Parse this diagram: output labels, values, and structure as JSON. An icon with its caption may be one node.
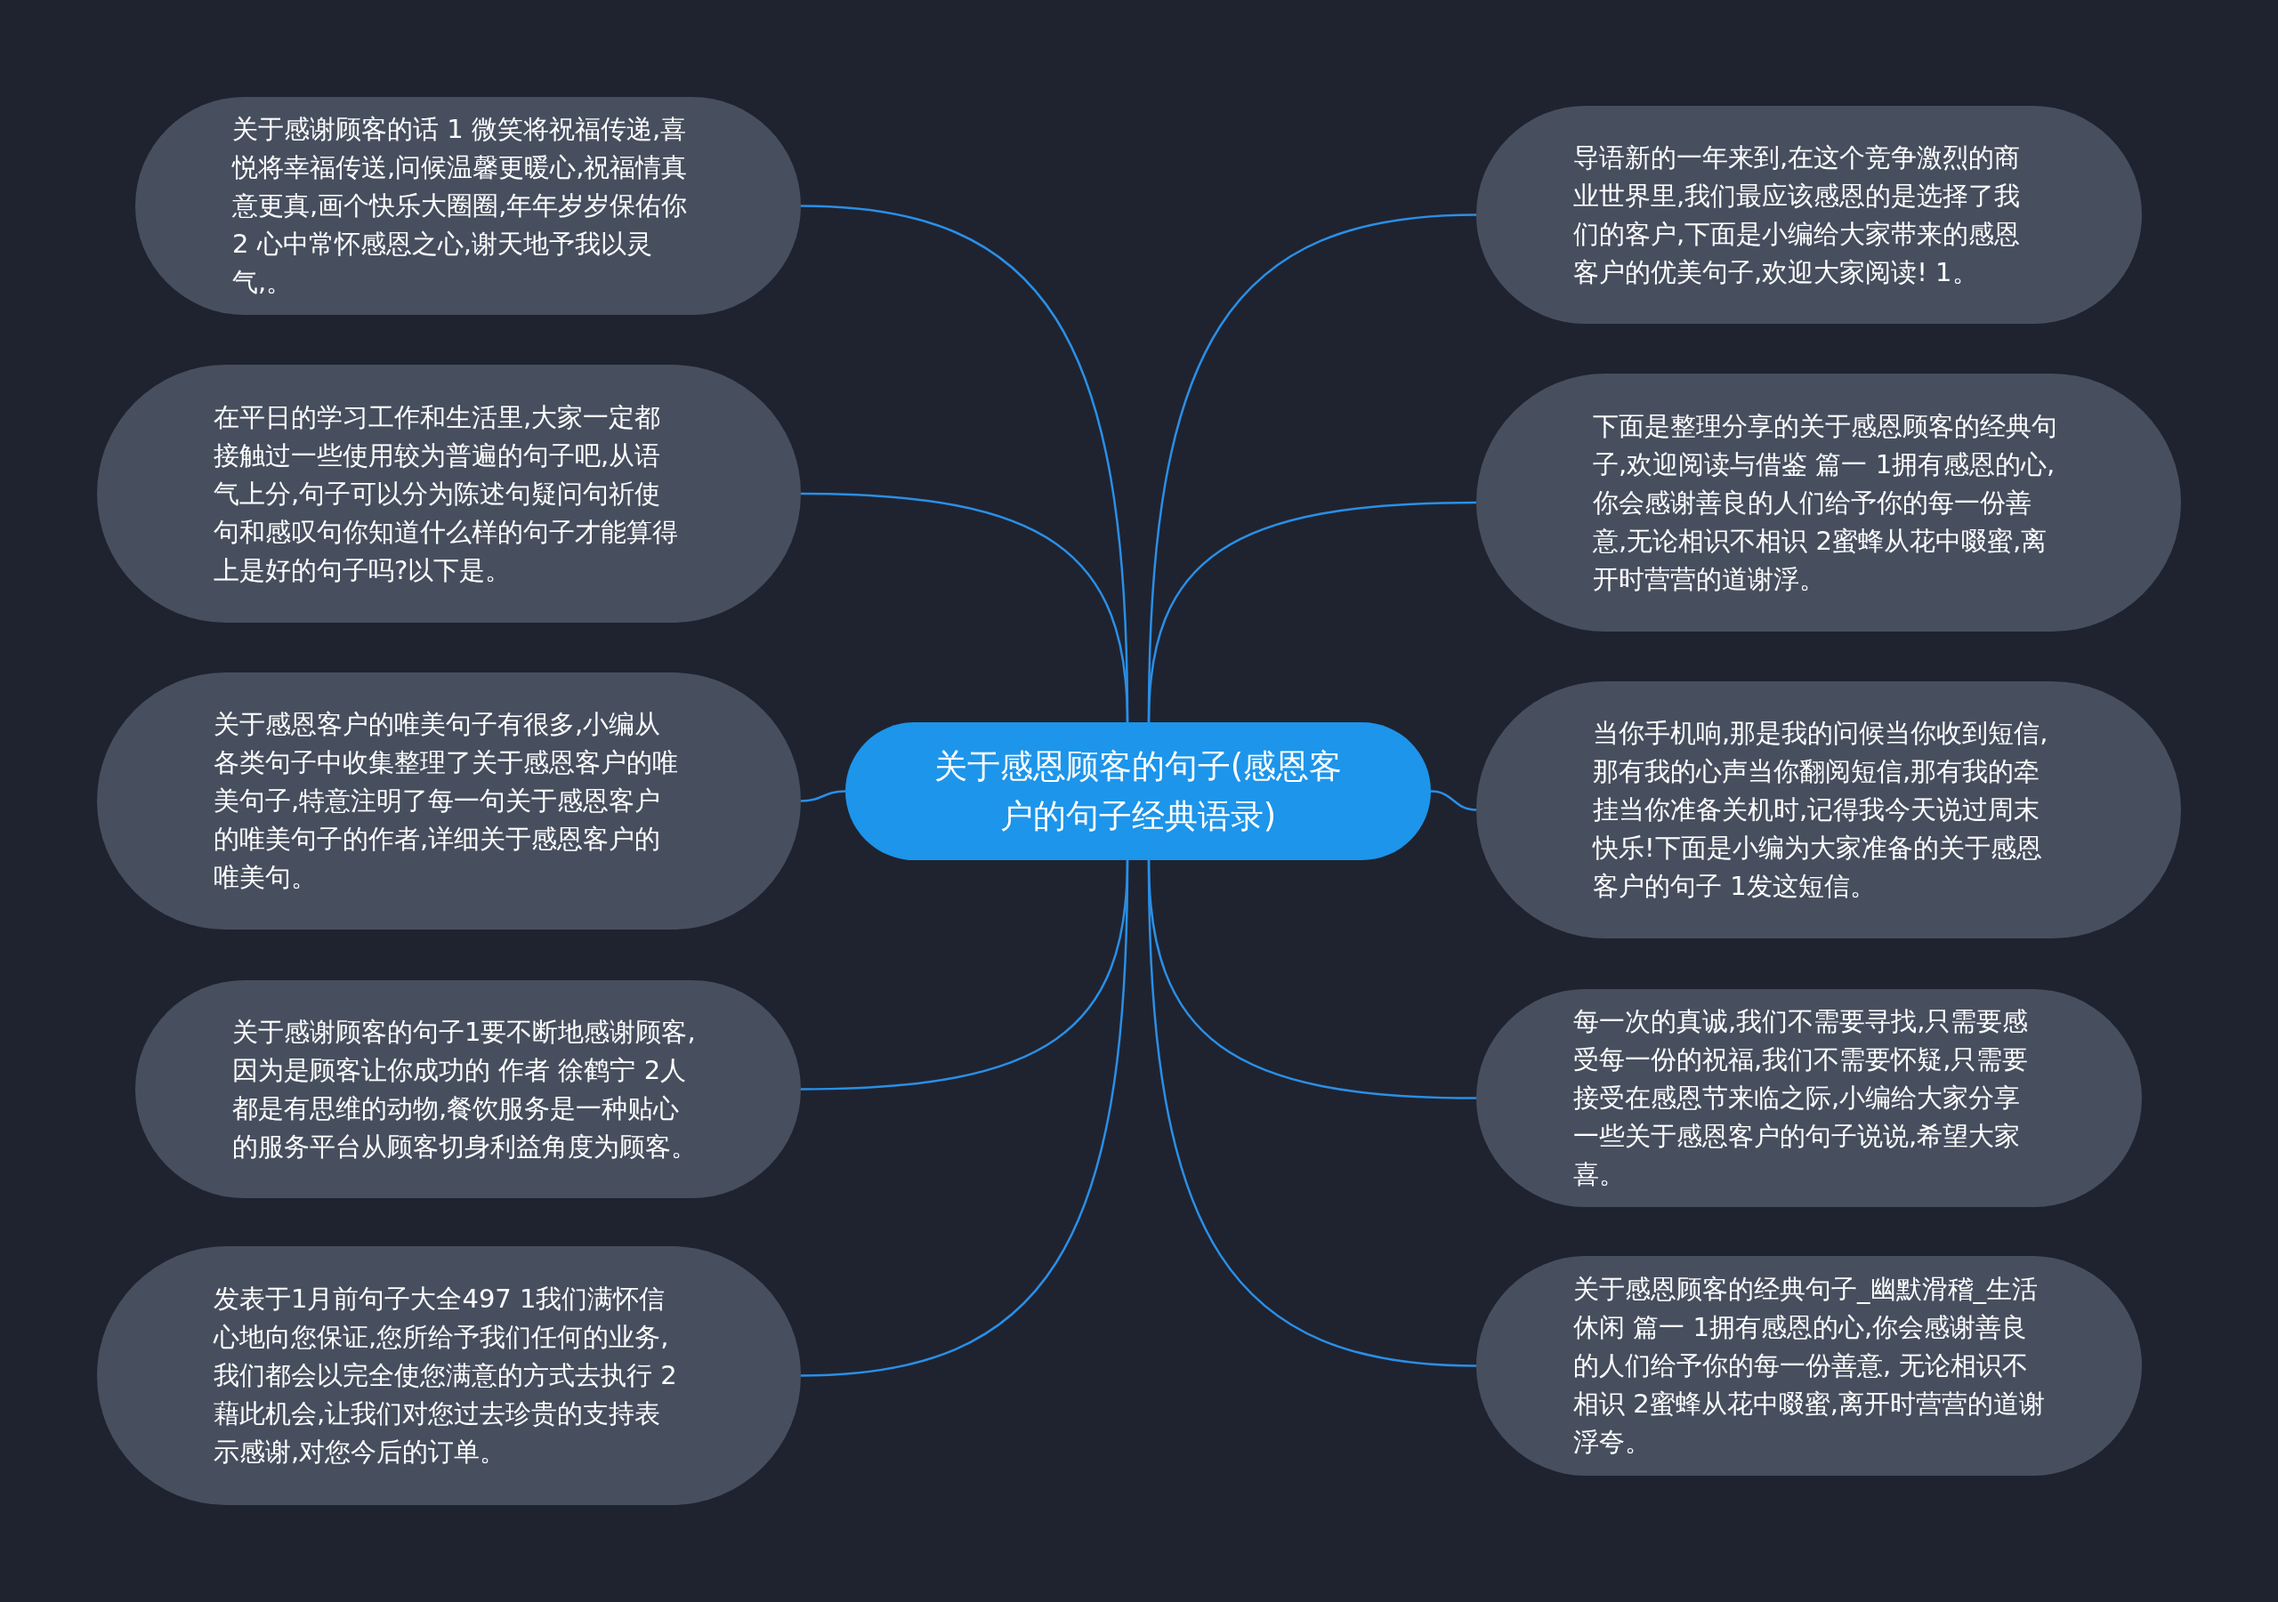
{
  "diagram": {
    "nodes": [
      {
        "text": [
          "关于感恩顾客的句子(感恩客户的句子经典语录)"
        ]
      },
      {
        "text": [
          "关于感谢顾客的话 1 微笑将祝福传递,喜悦将幸福传送,问候温馨更暖心,祝福情真意更真,画个快乐大圈圈,年年岁岁保佑你 2 心中常怀感恩之心,谢天地予我以灵气,。"
        ]
      },
      {
        "text": [
          "在平日的学习工作和生活里,大家一定都接触过一些使用较为普遍的句子吧,从语气上分,句子可以分为陈述句疑问句祈使句和感叹句你知道什么样的句子才能算得上是好的句子吗?以下是。"
        ]
      },
      {
        "text": [
          "关于感恩客户的唯美句子有很多,小编从各类句子中收集整理了关于感恩客户的唯美句子,特意注明了每一句关于感恩客户的唯美句子的作者,详细关于感恩客户的唯美句。"
        ]
      },
      {
        "text": [
          "关于感谢顾客的句子1要不断地感谢顾客,因为是顾客让你成功的 作者 徐鹤宁 2人都是有思维的动物,餐饮服务是一种贴心的服务平台从顾客切身利益角度为顾客。"
        ]
      },
      {
        "text": [
          "发表于1月前句子大全497 1我们满怀信心地向您保证,您所给予我们任何的业务,我们都会以完全使您满意的方式去执行 2藉此机会,让我们对您过去珍贵的支持表示感谢,对您今后的订单。"
        ]
      },
      {
        "text": [
          "导语新的一年来到,在这个竞争激烈的商业世界里,我们最应该感恩的是选择了我们的客户,下面是小编给大家带来的感恩客户的优美句子,欢迎大家阅读! 1。"
        ]
      },
      {
        "text": [
          "下面是整理分享的关于感恩顾客的经典句子,欢迎阅读与借鉴 篇一 1拥有感恩的心,你会感谢善良的人们给予你的每一份善意,无论相识不相识 2蜜蜂从花中啜蜜,离开时营营的道谢浮。"
        ]
      },
      {
        "text": [
          "当你手机响,那是我的问候当你收到短信,那有我的心声当你翻阅短信,那有我的牵挂当你准备关机时,记得我今天说过周末快乐!下面是小编为大家准备的关于感恩客户的句子 1发这短信。"
        ]
      },
      {
        "text": [
          "每一次的真诚,我们不需要寻找,只需要感受每一份的祝福,我们不需要怀疑,只需要接受在感恩节来临之际,小编给大家分享一些关于感恩客户的句子说说,希望大家喜。"
        ]
      },
      {
        "text": [
          "关于感恩顾客的经典句子_幽默滑稽_生活休闲 篇一 1拥有感恩的心,你会感谢善良的人们给予你的每一份善意, 无论相识不相识 2蜜蜂从花中啜蜜,离开时营营的道谢浮夸。"
        ]
      }
    ],
    "edges": [
      {
        "from": 0,
        "to": 1,
        "arrow": "none"
      },
      {
        "from": 0,
        "to": 2,
        "arrow": "none"
      },
      {
        "from": 0,
        "to": 3,
        "arrow": "none"
      },
      {
        "from": 0,
        "to": 4,
        "arrow": "none"
      },
      {
        "from": 0,
        "to": 5,
        "arrow": "none"
      },
      {
        "from": 0,
        "to": 6,
        "arrow": "none"
      },
      {
        "from": 0,
        "to": 7,
        "arrow": "none"
      },
      {
        "from": 0,
        "to": 8,
        "arrow": "none"
      },
      {
        "from": 0,
        "to": 9,
        "arrow": "none"
      },
      {
        "from": 0,
        "to": 10,
        "arrow": "none"
      }
    ]
  }
}
